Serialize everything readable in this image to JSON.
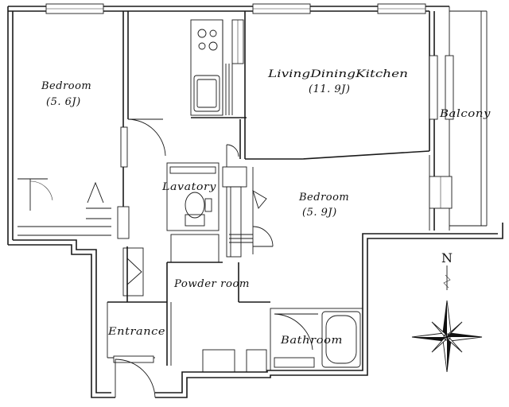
{
  "rooms": {
    "bedroom1": {
      "name": "Bedroom",
      "size": "(5. 6J)"
    },
    "ldk": {
      "name": "LivingDiningKitchen",
      "size": "(11. 9J)"
    },
    "balcony": {
      "name": "Balcony"
    },
    "lavatory": {
      "name": "Lavatory"
    },
    "bedroom2": {
      "name": "Bedroom",
      "size": "(5. 9J)"
    },
    "powder": {
      "name": "Powder room"
    },
    "entrance": {
      "name": "Entrance"
    },
    "bathroom": {
      "name": "Bathroom"
    }
  },
  "compass": {
    "label": "N"
  }
}
